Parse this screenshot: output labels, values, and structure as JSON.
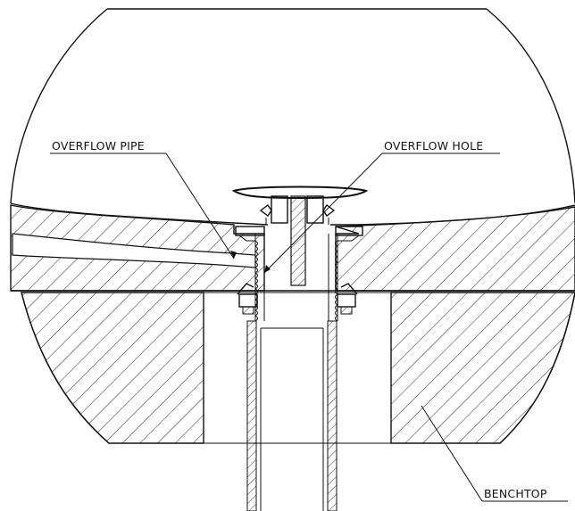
{
  "labels": {
    "overflow_pipe": "OVERFLOW PIPE",
    "overflow_hole": "OVERFLOW HOLE",
    "benchtop": "BENCHTOP"
  },
  "colors": {
    "ink": "#111111",
    "background": "#ffffff"
  }
}
